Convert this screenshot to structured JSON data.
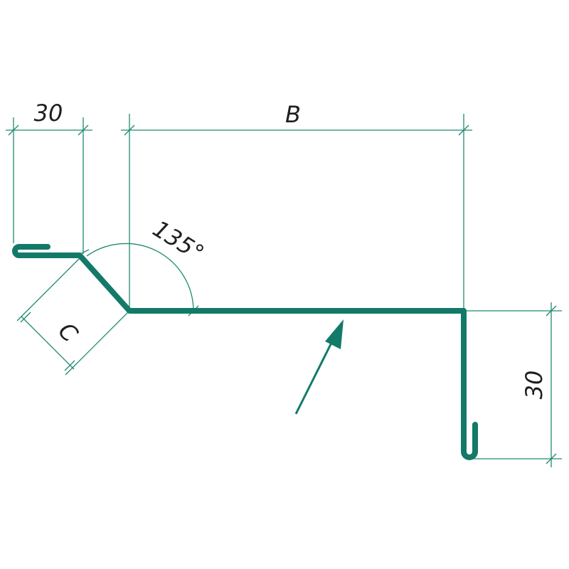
{
  "colors": {
    "profile": "#137a6a",
    "dimension": "#1f8a72",
    "text": "#1f1f1f",
    "background": "#ffffff"
  },
  "labels": {
    "left_flange_width": "30",
    "main_width": "B",
    "angle": "135°",
    "slope_length": "C",
    "right_flange_height": "30"
  }
}
